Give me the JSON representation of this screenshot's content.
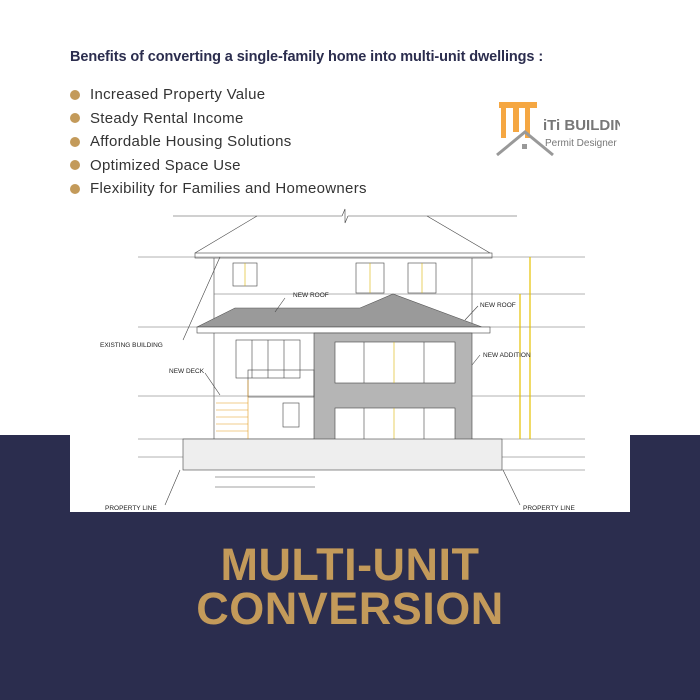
{
  "heading": "Benefits of converting a single-family home into multi-unit dwellings :",
  "benefits": [
    "Increased Property Value",
    "Steady Rental Income",
    "Affordable Housing Solutions",
    "Optimized Space Use",
    "Flexibility for Families and Homeowners"
  ],
  "logo": {
    "name": "iTi BUILDING",
    "tagline": "Permit Designer Inc."
  },
  "drawing_labels": {
    "existing_building": "EXISTING BUILDING",
    "new_roof_1": "NEW ROOF",
    "new_roof_2": "NEW ROOF",
    "new_deck": "NEW DECK",
    "new_addition": "NEW ADDITION",
    "property_line_left": "PROPERTY LINE",
    "property_line_right": "PROPERTY LINE"
  },
  "headline": {
    "line1": "MULTI-UNIT",
    "line2": "CONVERSION"
  },
  "colors": {
    "navy": "#2b2d4e",
    "gold": "#c39a5a",
    "logo_orange": "#f5a742"
  }
}
